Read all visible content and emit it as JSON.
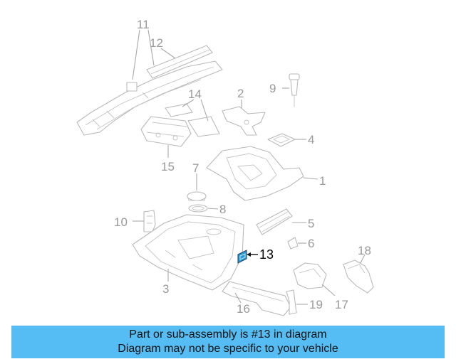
{
  "diagram": {
    "callouts": {
      "c1": "1",
      "c2": "2",
      "c3": "3",
      "c4": "4",
      "c5": "5",
      "c6": "6",
      "c7": "7",
      "c8": "8",
      "c9": "9",
      "c10": "10",
      "c11": "11",
      "c12": "12",
      "c13": "13",
      "c14": "14",
      "c15": "15",
      "c16": "16",
      "c17": "17",
      "c18": "18",
      "c19": "19"
    },
    "highlighted_part": "13",
    "highlight_color": "#2b9ad6"
  },
  "banner": {
    "line1": "Part or sub-assembly is #13 in diagram",
    "line2": "Diagram may not be specific to your vehicle",
    "background": "#55bdf3"
  }
}
